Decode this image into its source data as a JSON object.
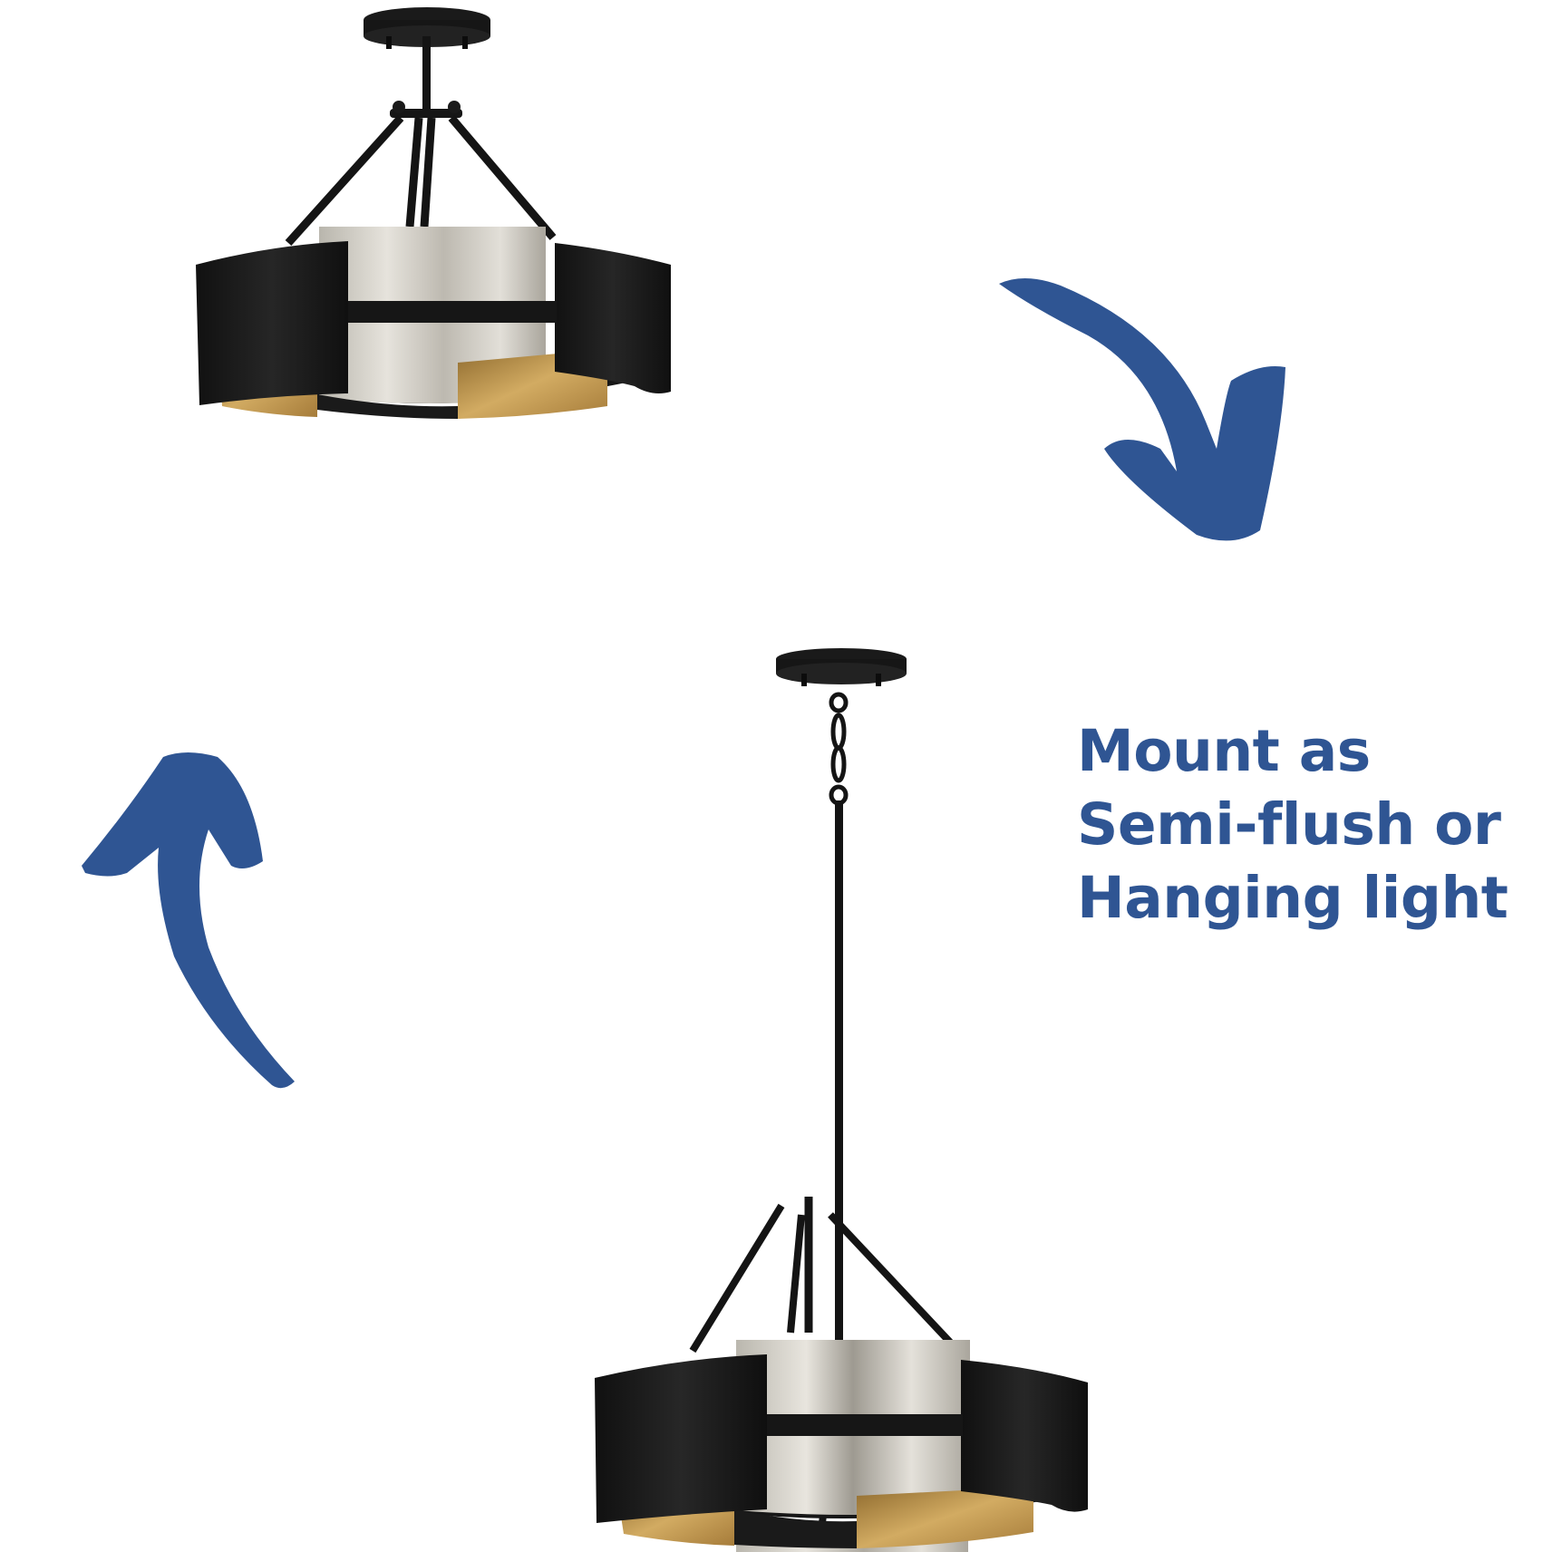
{
  "caption": {
    "lines": [
      "Mount as",
      "Semi-flush or",
      "Hanging light"
    ]
  },
  "colors": {
    "accent": "#2f5593",
    "fixture_black": "#141414",
    "shade_silver": "#d9d6cf",
    "interior_gold": "#c29a52",
    "background": "#ffffff"
  },
  "figures": {
    "semi_flush": "semi-flush-mount-fixture",
    "pendant": "hanging-pendant-fixture",
    "arrow_down": "curved-arrow-down-icon",
    "arrow_up": "curved-arrow-up-icon"
  }
}
